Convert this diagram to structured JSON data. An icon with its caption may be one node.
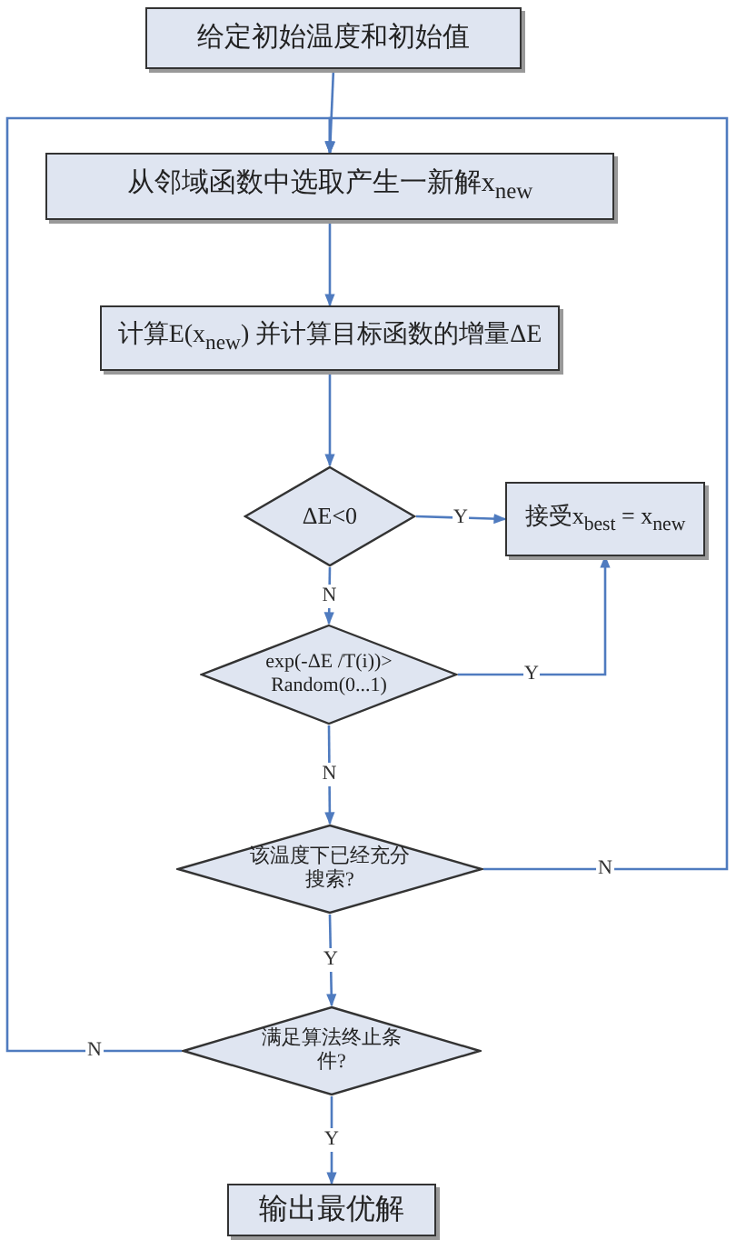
{
  "diagram": {
    "nodes": [
      {
        "text": [
          "给定初始温度和初始值"
        ]
      },
      {
        "text": [
          "从邻域函数中选取产生一新解x$_{new}$"
        ]
      },
      {
        "text": [
          "计算E(x$_{new}$) 并计算目标函数的增量ΔE"
        ]
      },
      {
        "text": [
          "ΔE<0"
        ]
      },
      {
        "text": [
          "接受x$_{best}$ = x$_{new}$"
        ]
      },
      {
        "text": [
          "exp(-ΔE /T(i))> Random(0...1)"
        ]
      },
      {
        "text": [
          "该温度下已经充分搜索?"
        ]
      },
      {
        "text": [
          "满足算法终止条件?"
        ]
      },
      {
        "text": [
          "输出最优解"
        ]
      }
    ],
    "edges": [
      {
        "from": 0,
        "to": 1,
        "arrow": "to"
      },
      {
        "from": 1,
        "to": 2,
        "arrow": "to"
      },
      {
        "from": 2,
        "to": 3,
        "arrow": "to"
      },
      {
        "from": 3,
        "to": 4,
        "arrow": "to",
        "label": "Y"
      },
      {
        "from": 3,
        "to": 5,
        "arrow": "to",
        "label": "N"
      },
      {
        "from": 5,
        "to": 4,
        "arrow": "to",
        "label": "Y"
      },
      {
        "from": 5,
        "to": 6,
        "arrow": "to",
        "label": "N"
      },
      {
        "from": 6,
        "to": 1,
        "arrow": "to",
        "label": "N"
      },
      {
        "from": 6,
        "to": 7,
        "arrow": "to",
        "label": "Y"
      },
      {
        "from": 7,
        "to": 1,
        "arrow": "to",
        "label": "N"
      },
      {
        "from": 7,
        "to": 8,
        "arrow": "to",
        "label": "Y"
      }
    ]
  }
}
